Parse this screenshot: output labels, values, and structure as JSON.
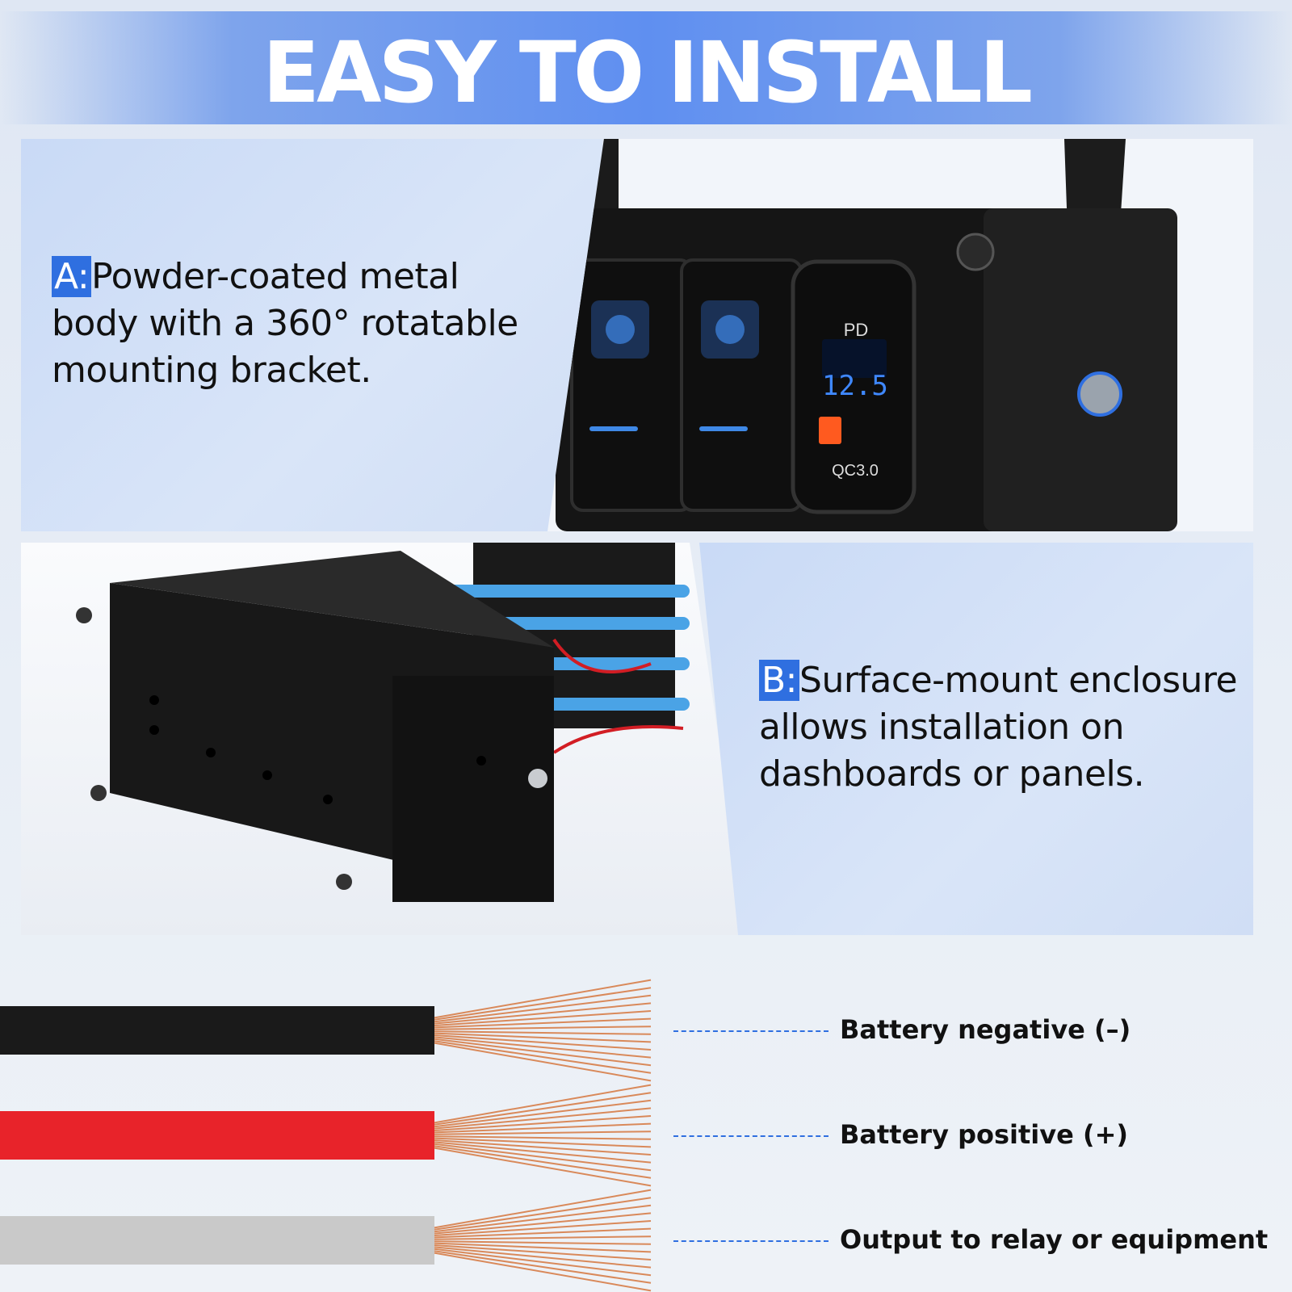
{
  "header": {
    "title": "EASY TO INSTALL"
  },
  "feature_a": {
    "tag": "A:",
    "text": "Powder-coated metal body with a 360° rotatable mounting bracket."
  },
  "feature_b": {
    "tag": "B:",
    "text": "Surface-mount enclosure allows installation on dashboards or panels."
  },
  "panel_product": {
    "pd_label": "PD",
    "voltage": "12.5",
    "qc_label": "QC3.0"
  },
  "wires": [
    {
      "label": "Battery negative (–)",
      "color": "#1a1a1a"
    },
    {
      "label": "Battery positive (+)",
      "color": "#e8232a"
    },
    {
      "label": "Output to relay or equipment",
      "color": "#c9c9c9"
    }
  ],
  "colors": {
    "accent": "#2f6fe0",
    "banner": "#5f8ff0",
    "copper": "#d9895a"
  }
}
